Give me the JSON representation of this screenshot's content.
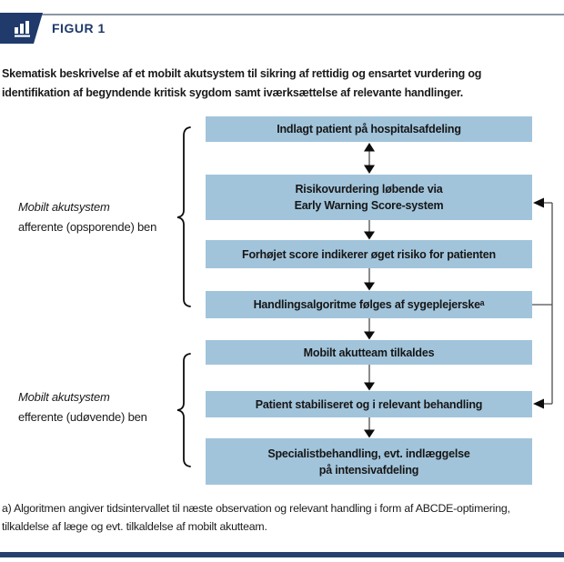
{
  "header": {
    "figure_label": "FIGUR 1",
    "icon": "bar-chart-icon"
  },
  "caption": "Skematisk beskrivelse af et mobilt akutsystem til sikring af rettidig og ensartet vurdering og\nidentifikation af begyndende kritisk sygdom samt iværksættelse af relevante handlinger.",
  "flowchart": {
    "boxes": [
      {
        "name": "admitted-patient",
        "text": "Indlagt patient på hospitalsafdeling"
      },
      {
        "name": "risk-assessment",
        "text": "Risikovurdering løbende via\nEarly Warning Score-system"
      },
      {
        "name": "elevated-score",
        "text": "Forhøjet score indikerer øget risiko for patienten"
      },
      {
        "name": "action-algorithm",
        "text": "Handlingsalgoritme følges af sygeplejerskeᵃ"
      },
      {
        "name": "team-called",
        "text": "Mobilt akutteam tilkaldes"
      },
      {
        "name": "patient-stabilized",
        "text": "Patient stabiliseret og i relevant behandling"
      },
      {
        "name": "specialist-treatment",
        "text": "Specialistbehandling, evt. indlæggelse\npå intensivafdeling"
      }
    ],
    "side_labels": [
      {
        "line1": "Mobilt akutsystem",
        "line2": "afferente (opsporende) ben"
      },
      {
        "line1": "Mobilt akutsystem",
        "line2": "efferente (udøvende) ben"
      }
    ]
  },
  "footnote": "a) Algoritmen angiver tidsintervallet til næste observation og relevant handling i form af ABCDE-optimering,\ntilkaldelse af læge og evt. tilkaldelse af mobilt akutteam.",
  "colors": {
    "navy": "#1f3a6b",
    "box_blue": "#a1c4db",
    "rule_gray": "#8b97a7",
    "text": "#1a1a1a"
  }
}
